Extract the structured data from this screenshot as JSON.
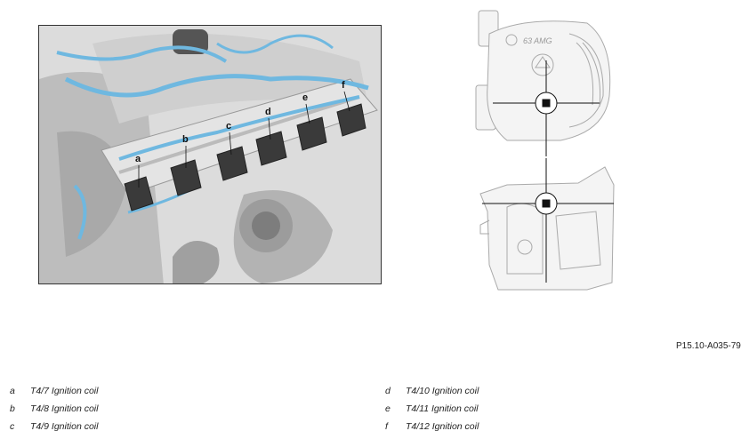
{
  "callouts": [
    "a",
    "b",
    "c",
    "d",
    "e",
    "f"
  ],
  "reference_code": "P15.10-A035-79",
  "cover_badge": "63 AMG",
  "legend_left": [
    {
      "key": "a",
      "text": "T4/7 Ignition coil"
    },
    {
      "key": "b",
      "text": "T4/8 Ignition coil"
    },
    {
      "key": "c",
      "text": "T4/9 Ignition coil"
    }
  ],
  "legend_right": [
    {
      "key": "d",
      "text": "T4/10 Ignition coil"
    },
    {
      "key": "e",
      "text": "T4/11 Ignition coil"
    },
    {
      "key": "f",
      "text": "T4/12 Ignition coil"
    }
  ],
  "colors": {
    "harness": "#6fb8e0",
    "coil": "#3a3a3a",
    "engine": "#c8c8c8",
    "frame": "#333333"
  },
  "icons": [
    "engine-photo",
    "ignition-coil-icon",
    "engine-top-view",
    "engine-side-view",
    "view-marker-icon"
  ]
}
